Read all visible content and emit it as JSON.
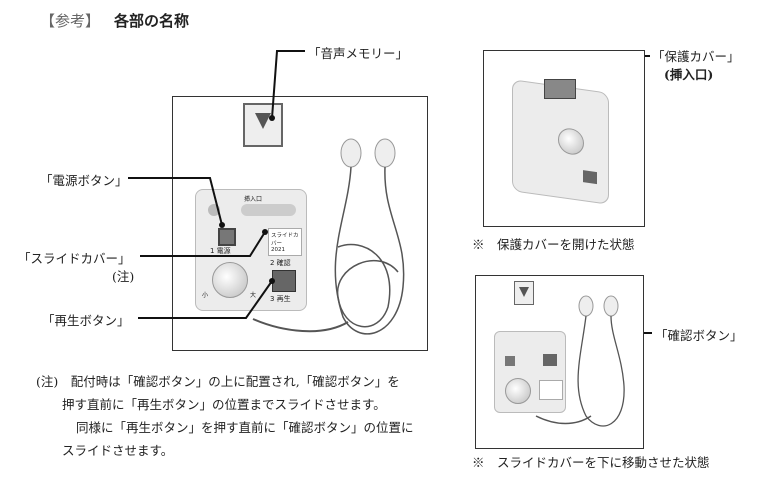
{
  "title": {
    "bracket": "【参考】",
    "heading": "各部の名称"
  },
  "labels": {
    "voice_memory": "「音声メモリー」",
    "power_button": "「電源ボタン」",
    "slide_cover": "「スライドカバー」",
    "slide_cover_note": "(注)",
    "play_button": "「再生ボタン」",
    "protect_cover": "「保護カバー」",
    "insert_slot": "(挿入口)",
    "confirm_button": "「確認ボタン」"
  },
  "device": {
    "insert": "挿入口",
    "btn1": "1 電源",
    "btn2": "2 確認",
    "btn3": "3 再生",
    "slide": "スライドカバー",
    "year": "2021",
    "small": "小",
    "large": "大"
  },
  "captions": {
    "cover_open": "※　保護カバーを開けた状態",
    "slide_down": "※　スライドカバーを下に移動させた状態"
  },
  "note": {
    "line1": "(注)　配付時は「確認ボタン」の上に配置され,「確認ボタン」を",
    "line2": "押す直前に「再生ボタン」の位置までスライドさせます。",
    "line3": "同様に「再生ボタン」を押す直前に「確認ボタン」の位置に",
    "line4": "スライドさせます。"
  }
}
